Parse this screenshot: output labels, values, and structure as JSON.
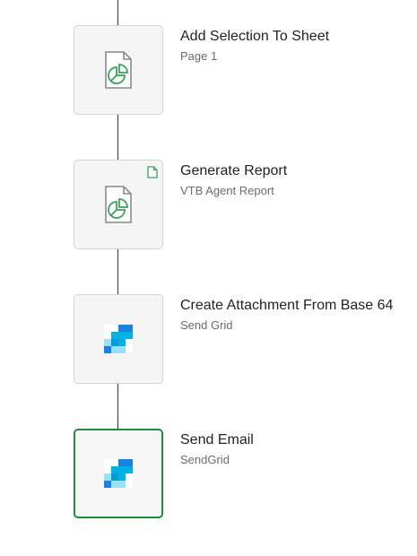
{
  "workflow": {
    "steps": [
      {
        "title": "Add Selection To Sheet",
        "subtitle": "Page 1",
        "icon": "report-pie-chart-icon",
        "selected": false,
        "badge": null
      },
      {
        "title": "Generate Report",
        "subtitle": "VTB Agent Report",
        "icon": "report-pie-chart-icon",
        "selected": false,
        "badge": "document-icon"
      },
      {
        "title": "Create Attachment From Base 64",
        "subtitle": "Send Grid",
        "icon": "sendgrid-logo-icon",
        "selected": false,
        "badge": null
      },
      {
        "title": "Send Email",
        "subtitle": "SendGrid",
        "icon": "sendgrid-logo-icon",
        "selected": true,
        "badge": null
      }
    ]
  },
  "colors": {
    "selected_border": "#1e8e3e",
    "connector": "#333333",
    "report_icon": "#3aa35a",
    "sendgrid_dark": "#1a82e2",
    "sendgrid_light": "#99e1f4"
  }
}
